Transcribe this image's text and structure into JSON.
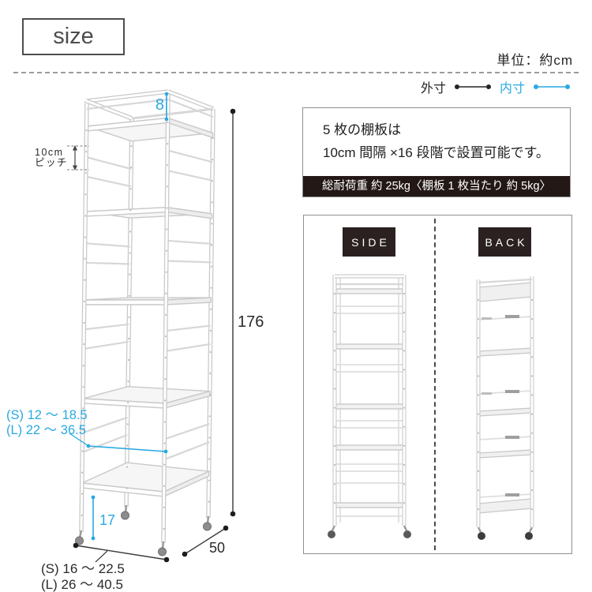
{
  "title": {
    "size_label": "size"
  },
  "header": {
    "unit_note": "単位：約cm"
  },
  "legend": {
    "outer": "外寸",
    "inner": "内寸"
  },
  "dimensions": {
    "top_gap": "8",
    "pitch_l1": "10cm",
    "pitch_l2": "ピッチ",
    "height": "176",
    "inner_width_s": "(S) 12 ～ 18.5",
    "inner_width_l": "(L) 22 ～ 36.5",
    "caster_height": "17",
    "depth": "50",
    "outer_width_s": "(S) 16 ～ 22.5",
    "outer_width_l": "(L) 26 ～ 40.5"
  },
  "info_box": {
    "line1": "5 枚の棚板は",
    "line2": "10cm 間隔 ×16 段階で設置可能です。",
    "banner": "総耐荷重 約 25kg〈棚板 1 枚当たり 約 5kg〉"
  },
  "views": {
    "side": "SIDE",
    "back": "BACK"
  },
  "colors": {
    "accent": "#29a9e2",
    "ink": "#2a2a2a",
    "banner_bg": "#231815",
    "label_bg": "#2b2121",
    "line_gray": "#c9c9c9"
  }
}
